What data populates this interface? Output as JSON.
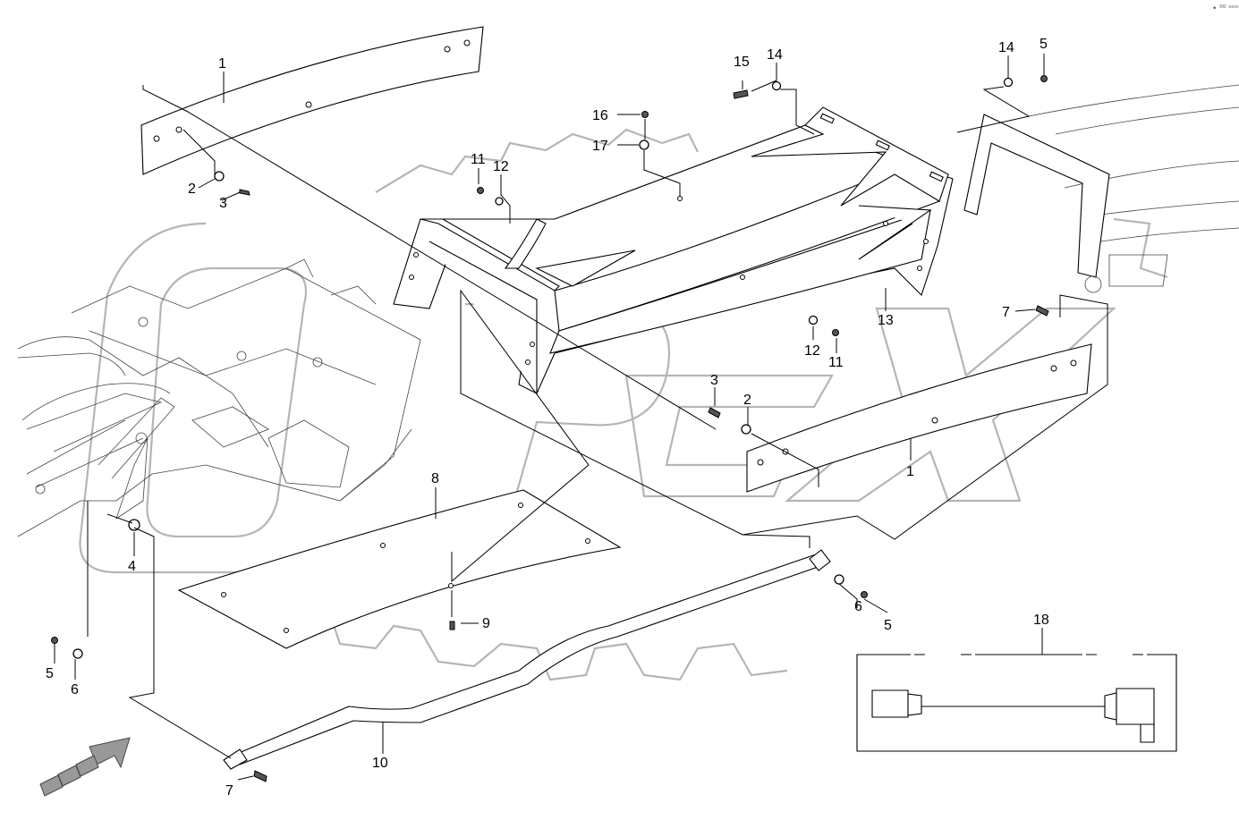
{
  "diagram": {
    "corner_mark": "• ⁰⁰ ᵒᵒᵒ",
    "callouts": [
      {
        "id": "c1a",
        "label": "1"
      },
      {
        "id": "c2a",
        "label": "2"
      },
      {
        "id": "c3a",
        "label": "3"
      },
      {
        "id": "c4",
        "label": "4"
      },
      {
        "id": "c5a",
        "label": "5"
      },
      {
        "id": "c6a",
        "label": "6"
      },
      {
        "id": "c5b",
        "label": "5"
      },
      {
        "id": "c6b",
        "label": "6"
      },
      {
        "id": "c7a",
        "label": "7"
      },
      {
        "id": "c7b",
        "label": "7"
      },
      {
        "id": "c8",
        "label": "8"
      },
      {
        "id": "c9",
        "label": "9"
      },
      {
        "id": "c10",
        "label": "10"
      },
      {
        "id": "c11a",
        "label": "11"
      },
      {
        "id": "c12a",
        "label": "12"
      },
      {
        "id": "c11b",
        "label": "11"
      },
      {
        "id": "c12b",
        "label": "12"
      },
      {
        "id": "c13",
        "label": "13"
      },
      {
        "id": "c14a",
        "label": "14"
      },
      {
        "id": "c15",
        "label": "15"
      },
      {
        "id": "c14b",
        "label": "14"
      },
      {
        "id": "c5c",
        "label": "5"
      },
      {
        "id": "c16",
        "label": "16"
      },
      {
        "id": "c17",
        "label": "17"
      },
      {
        "id": "c3b",
        "label": "3"
      },
      {
        "id": "c2b",
        "label": "2"
      },
      {
        "id": "c1b",
        "label": "1"
      },
      {
        "id": "c18",
        "label": "18"
      }
    ]
  }
}
